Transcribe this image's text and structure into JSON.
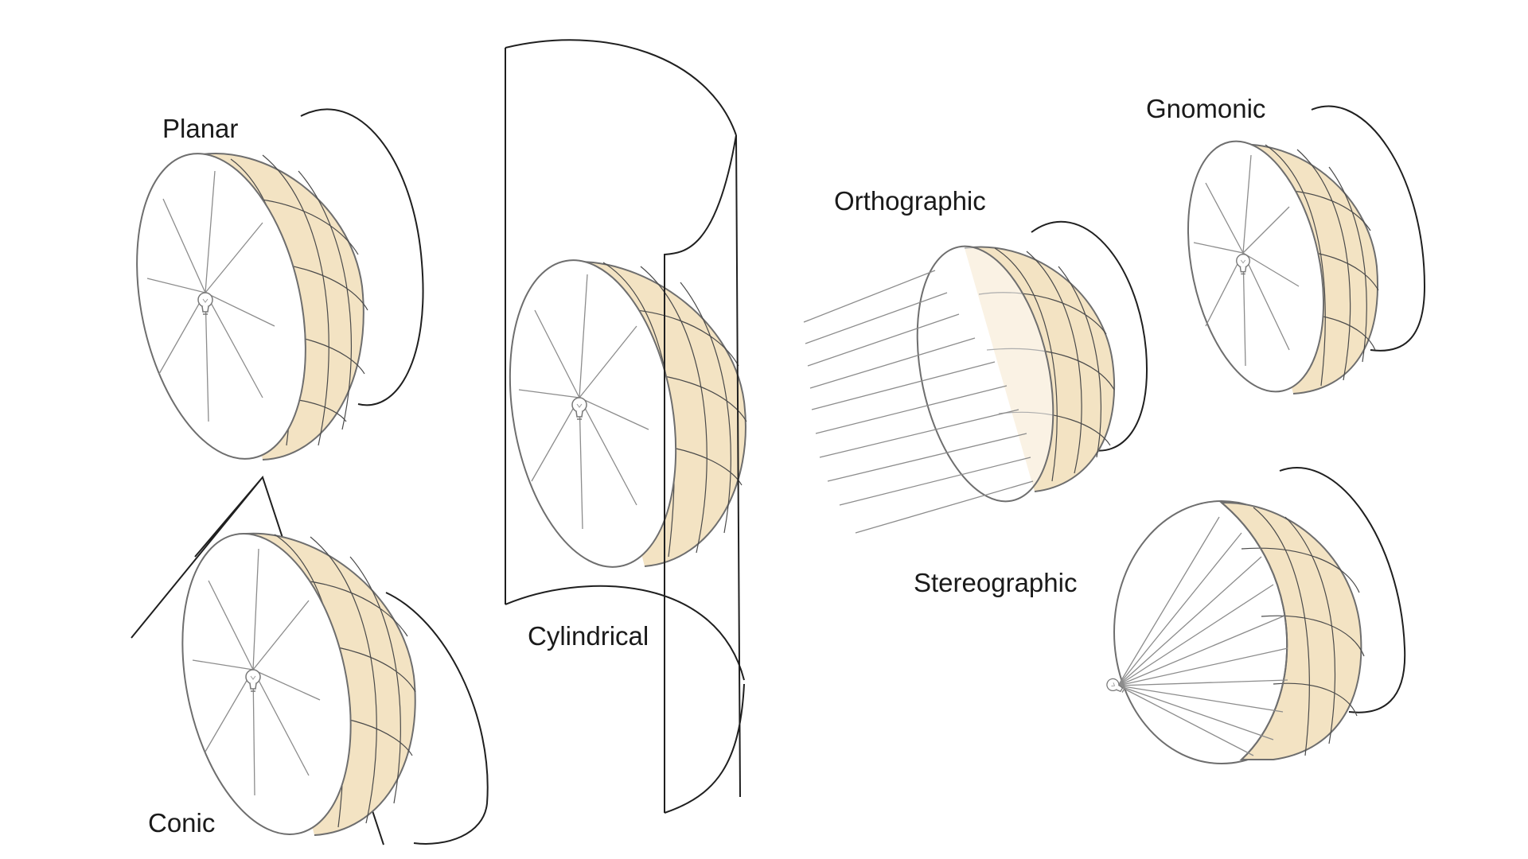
{
  "labels": {
    "planar": "Planar",
    "conic": "Conic",
    "cylindrical": "Cylindrical",
    "orthographic": "Orthographic",
    "gnomonic": "Gnomonic",
    "stereographic": "Stereographic"
  },
  "colors": {
    "background": "#ffffff",
    "land": "#f3e3c3",
    "outline": "#6e6e6e",
    "surface": "#1f1f1f",
    "graticule": "#4a4a4a",
    "rays": "#8c8c8c"
  },
  "icons": [
    "light-bulb-icon"
  ]
}
